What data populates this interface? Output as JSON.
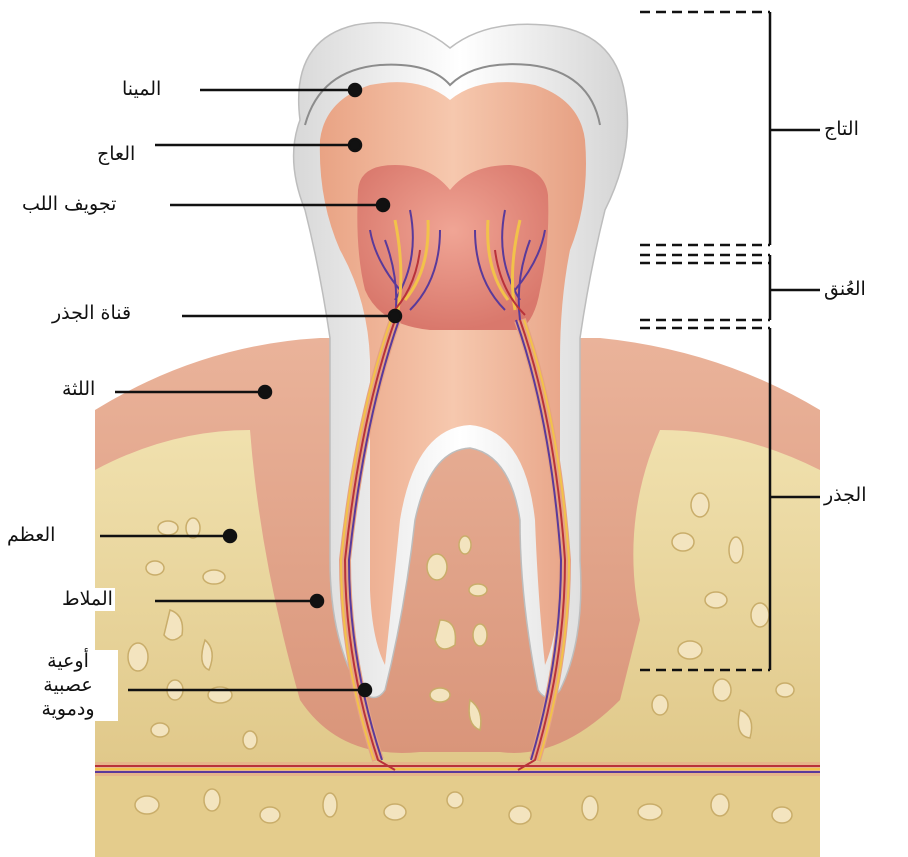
{
  "labels": {
    "enamel": "المينا",
    "dentin": "العاج",
    "pulp_cavity": "تجويف اللب",
    "root_canal": "قناة الجذر",
    "gum": "اللثة",
    "bone": "العظم",
    "cementum": "الملاط",
    "vessels_line1": "أوعية",
    "vessels_line2": "عصبية",
    "vessels_line3": "ودموية"
  },
  "regions": {
    "crown": "التاج",
    "neck": "العُنق",
    "root": "الجذر"
  },
  "colors": {
    "bone": "#e8d49a",
    "gum": "#e6a58a",
    "enamel": "#f4f4f4",
    "dentin": "#f0b89a",
    "pulp": "#e48c7e",
    "nerve_yellow": "#f2c24a",
    "vessel_red": "#b8323a",
    "vessel_purple": "#5a3a9a"
  }
}
